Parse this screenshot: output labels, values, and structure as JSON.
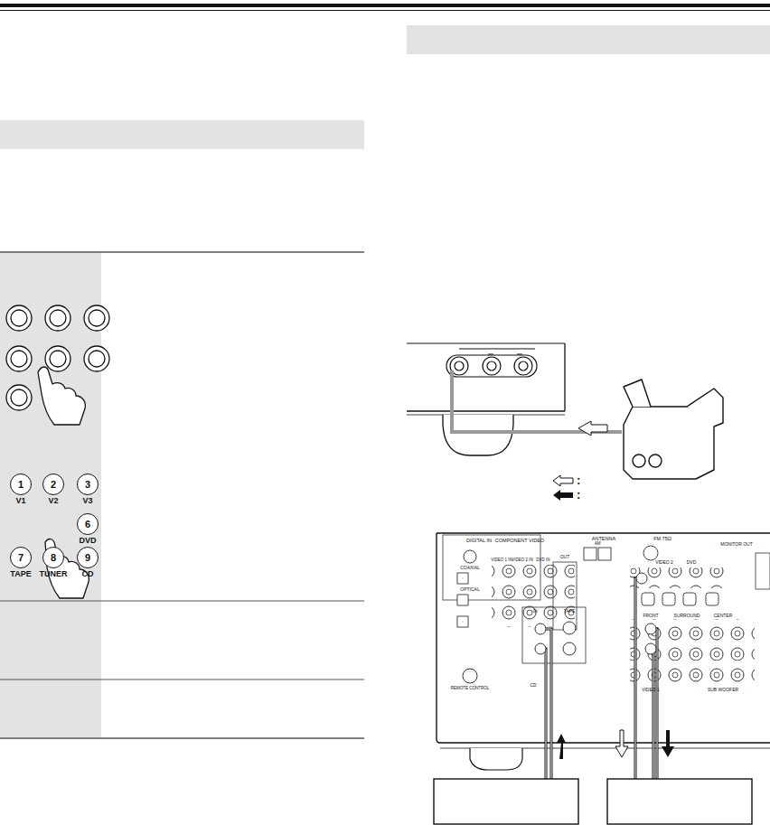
{
  "diagram": {
    "nodes": [
      {
        "text": [
          "1"
        ]
      },
      {
        "text": [
          "2"
        ]
      },
      {
        "text": [
          "3"
        ]
      },
      {
        "text": [
          "6"
        ]
      },
      {
        "text": [
          "7"
        ]
      },
      {
        "text": [
          "8"
        ]
      },
      {
        "text": [
          "9"
        ]
      }
    ],
    "labels": [
      "V1",
      "V2",
      "V3",
      "DVD",
      "TAPE",
      "TUNER",
      "CD",
      "DIGITAL IN",
      "COAXIAL",
      "OPTICAL",
      "COMPONENT VIDEO",
      "VIDEO 1 IN",
      "VIDEO 2 IN",
      "DVD IN",
      "OUT",
      "ANTENNA",
      "AM",
      "FM 75Ω",
      "VIDEO 2",
      "DVD",
      "MONITOR OUT",
      "IN",
      "TAPE",
      "CD",
      "REMOTE CONTROL",
      "FRONT",
      "SURROUND",
      "CENTER",
      "SUB WOOFER",
      "VIDEO 1"
    ],
    "legend": [
      {
        "text": ":"
      },
      {
        "text": ":"
      }
    ]
  }
}
